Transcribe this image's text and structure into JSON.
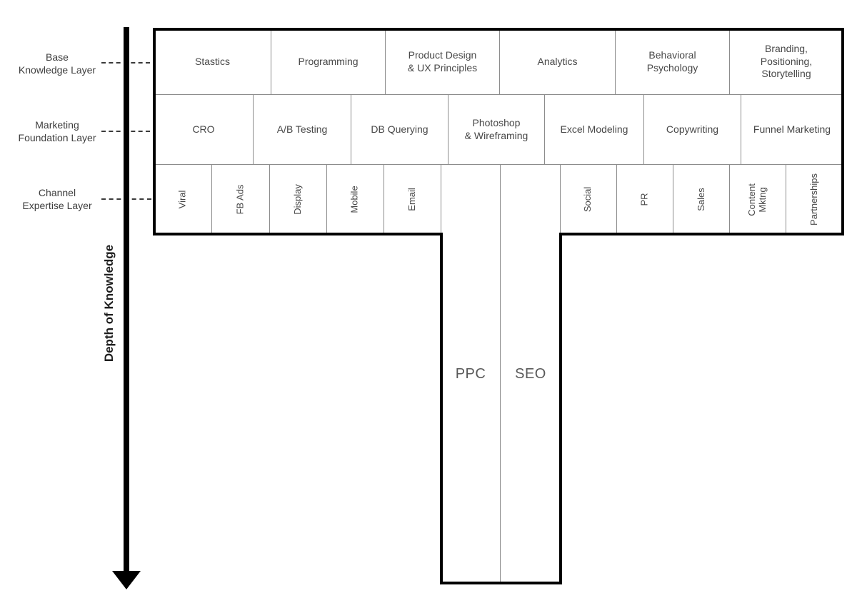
{
  "diagram": {
    "axis": {
      "title": "Depth of Knowledge",
      "layer_labels": [
        {
          "label": "Base\nKnowledge Layer"
        },
        {
          "label": "Marketing\nFoundation Layer"
        },
        {
          "label": "Channel\nExpertise Layer"
        }
      ]
    },
    "rows": {
      "base": [
        "Stastics",
        "Programming",
        "Product Design\n& UX Principles",
        "Analytics",
        "Behavioral\nPsychology",
        "Branding,\nPositioning,\nStorytelling"
      ],
      "foundation": [
        "CRO",
        "A/B Testing",
        "DB Querying",
        "Photoshop\n& Wireframing",
        "Excel Modeling",
        "Copywriting",
        "Funnel Marketing"
      ],
      "channel_left": [
        "Viral",
        "FB Ads",
        "Display",
        "Mobile",
        "Email"
      ],
      "channel_right": [
        "Social",
        "PR",
        "Sales",
        "Content\nMktng",
        "Partnerships"
      ],
      "deep": [
        "PPC",
        "SEO"
      ]
    },
    "colors": {
      "outline": "#000000",
      "grid_line": "#8c8c8c",
      "cell_text": "#474747",
      "deep_text": "#595959",
      "background": "#ffffff"
    }
  }
}
